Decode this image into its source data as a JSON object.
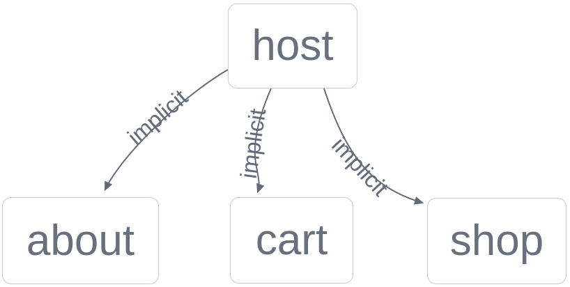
{
  "diagram": {
    "type": "flowchart",
    "direction": "top-down",
    "nodes": [
      {
        "id": "host",
        "label": "host"
      },
      {
        "id": "about",
        "label": "about"
      },
      {
        "id": "cart",
        "label": "cart"
      },
      {
        "id": "shop",
        "label": "shop"
      }
    ],
    "edges": [
      {
        "from": "host",
        "to": "about",
        "label": "implicit"
      },
      {
        "from": "host",
        "to": "cart",
        "label": "implicit"
      },
      {
        "from": "host",
        "to": "shop",
        "label": "implicit"
      }
    ],
    "colors": {
      "node_fill": "#ffffff",
      "node_border": "#c9cbce",
      "node_text": "#68707f",
      "edge": "#626b7c",
      "edge_label": "#626b7c",
      "background": "#ffffff"
    }
  }
}
